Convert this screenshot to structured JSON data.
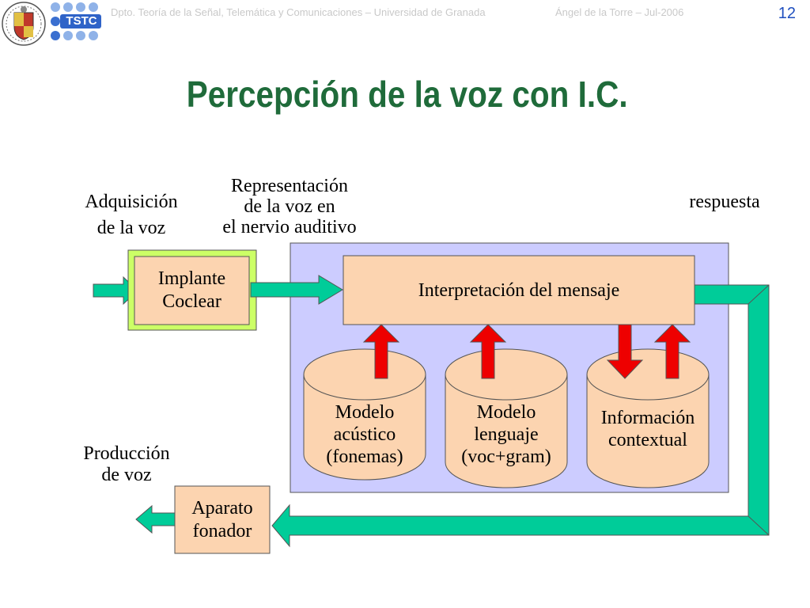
{
  "header": {
    "dept_text": "Dpto. Teoría de la Señal, Telemática y Comunicaciones – Universidad de Granada",
    "author_text": "Ángel de la Torre – Jul-2006",
    "page_number": "12",
    "logo_text": "TSTC"
  },
  "title": "Percepción de la voz con I.C.",
  "labels": {
    "acquisition_line1": "Adquisición",
    "acquisition_line2": "de la voz",
    "representation_line1": "Representación",
    "representation_line2": "de la voz en",
    "representation_line3": "el nervio auditivo",
    "response": "respuesta",
    "production_line1": "Producción",
    "production_line2": "de voz"
  },
  "boxes": {
    "implant_line1": "Implante",
    "implant_line2": "Coclear",
    "interpretation": "Interpretación del mensaje",
    "apparatus_line1": "Aparato",
    "apparatus_line2": "fonador"
  },
  "cylinders": [
    {
      "line1": "Modelo",
      "line2": "acústico",
      "line3": "(fonemas)"
    },
    {
      "line1": "Modelo",
      "line2": "lenguaje",
      "line3": "(voc+gram)"
    },
    {
      "line1": "Información",
      "line2": "contextual"
    }
  ],
  "colors": {
    "title": "#1f6b3a",
    "page_number": "#1f4fbf",
    "panel": "#ccccff",
    "box_fill": "#fcd4b0",
    "implant_frame": "#ccff66",
    "green_arrow": "#00cc99",
    "red_arrow": "#ee0000"
  }
}
